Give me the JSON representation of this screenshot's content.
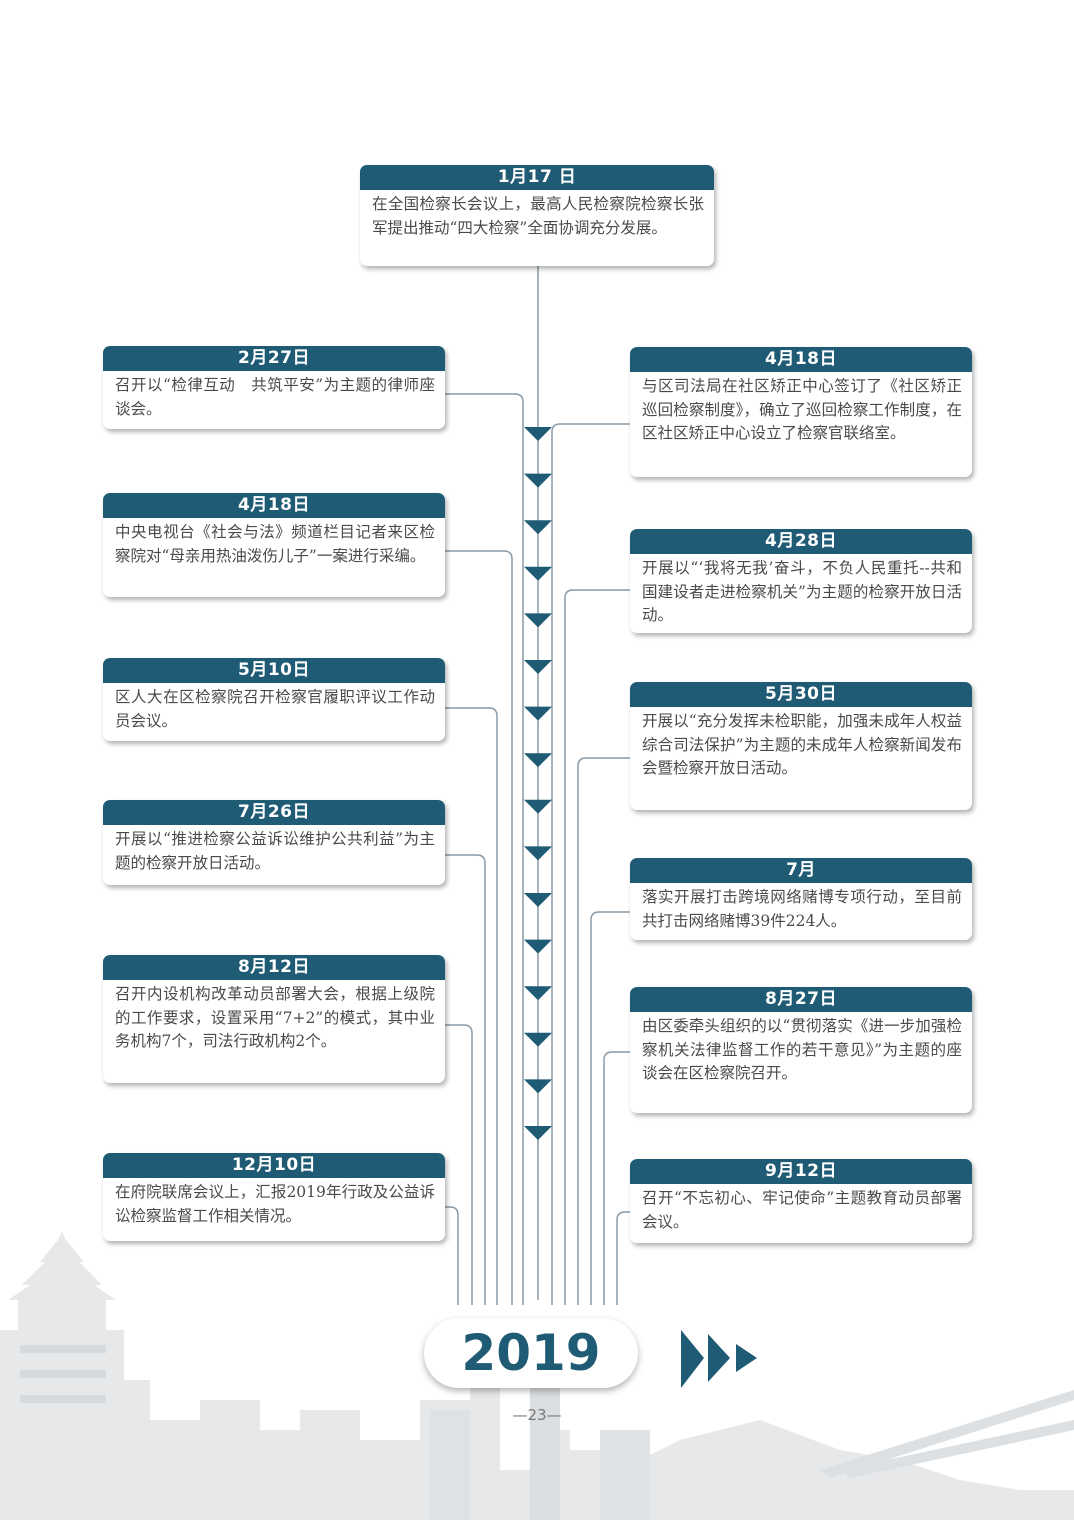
{
  "events": [
    {
      "date": "1月17 日",
      "text": "在全国检察长会议上，最高人民检察院检察长张军提出推动“四大检察”全面协调充分发展。"
    },
    {
      "date": "2月27日",
      "text": "召开以“检律互动　共筑平安”为主题的律师座谈会。"
    },
    {
      "date": "4月18日",
      "text": "与区司法局在社区矫正中心签订了《社区矫正巡回检察制度》，确立了巡回检察工作制度，在区社区矫正中心设立了检察官联络室。"
    },
    {
      "date": "4月18日",
      "text": "中央电视台《社会与法》频道栏目记者来区检察院对“母亲用热油泼伤儿子”一案进行采编。"
    },
    {
      "date": "4月28日",
      "text": "开展以“‘我将无我’奋斗，不负人民重托--共和国建设者走进检察机关”为主题的检察开放日活动。"
    },
    {
      "date": "5月10日",
      "text": "区人大在区检察院召开检察官履职评议工作动员会议。"
    },
    {
      "date": "5月30日",
      "text": "开展以“充分发挥未检职能，加强未成年人权益综合司法保护”为主题的未成年人检察新闻发布会暨检察开放日活动。"
    },
    {
      "date": "7月26日",
      "text": "开展以“推进检察公益诉讼维护公共利益”为主题的检察开放日活动。"
    },
    {
      "date": "7月",
      "text": "落实开展打击跨境网络赌博专项行动，至目前共打击网络赌博39件224人。"
    },
    {
      "date": "8月12日",
      "text": "召开内设机构改革动员部署大会，根据上级院的工作要求，设置采用“7+2”的模式，其中业务机构7个，司法行政机构2个。"
    },
    {
      "date": "8月27日",
      "text": "由区委牵头组织的以“贯彻落实《进一步加强检察机关法律监督工作的若干意见》”为主题的座谈会在区检察院召开。"
    },
    {
      "date": "12月10日",
      "text": "在府院联席会议上，汇报2019年行政及公益诉讼检察监督工作相关情况。"
    },
    {
      "date": "9月12日",
      "text": "召开“不忘初心、牢记使命”主题教育动员部署会议。"
    }
  ],
  "year": "2019",
  "page_number": "—23—",
  "colors": {
    "accent": "#1f5b75",
    "line": "#8a9aa6",
    "skyline": "#e4e6e8"
  },
  "icons": [
    "arrow-down-icon",
    "forward-arrows-icon",
    "city-skyline-icon"
  ]
}
